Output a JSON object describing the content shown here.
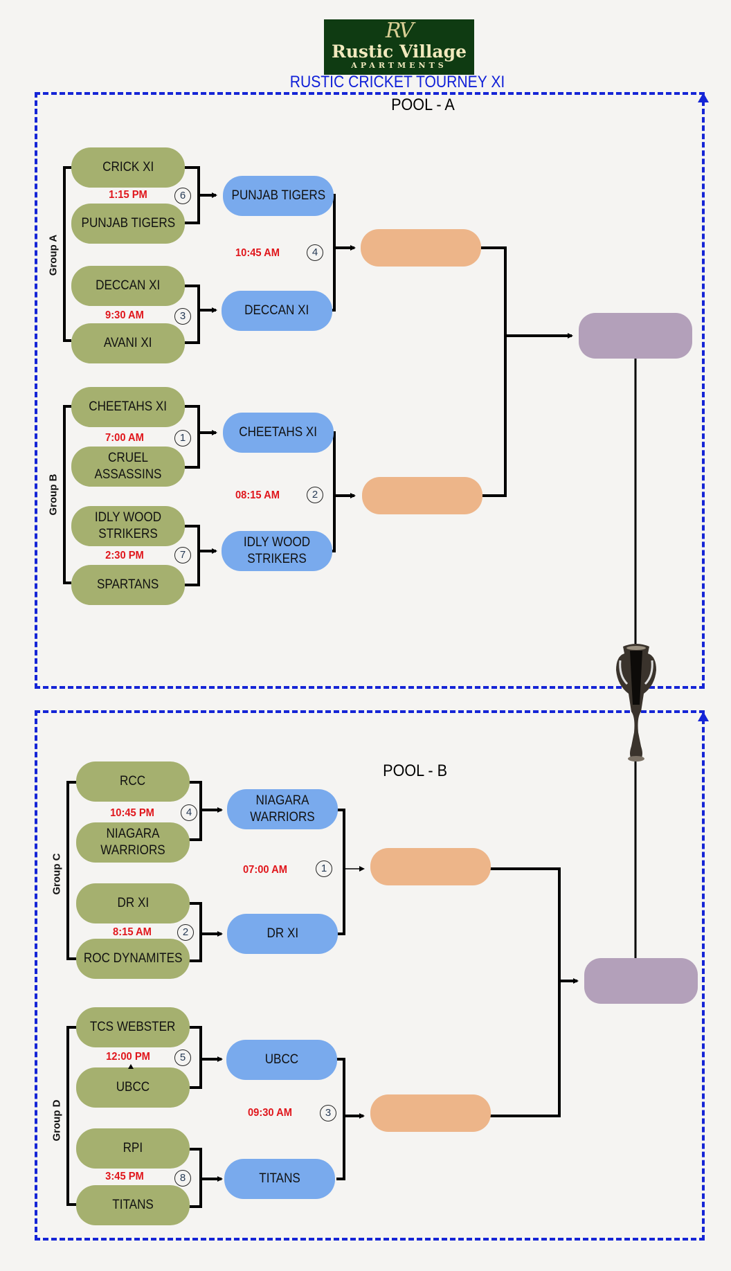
{
  "logo": {
    "monogram": "RV",
    "name": "Rustic Village",
    "subtitle": "APARTMENTS"
  },
  "title": "RUSTIC CRICKET TOURNEY XI",
  "pools": [
    {
      "name": "POOL - A",
      "groups": [
        {
          "label": "Group A",
          "matches": [
            {
              "team1": "CRICK XI",
              "team2": "PUNJAB TIGERS",
              "time": "1:15 PM",
              "match_no": "6",
              "winner": "PUNJAB TIGERS"
            },
            {
              "team1": "DECCAN XI",
              "team2": "AVANI XI",
              "time": "9:30 AM",
              "match_no": "3",
              "winner": "DECCAN XI"
            }
          ],
          "semi": {
            "time": "10:45 AM",
            "match_no": "4",
            "winner": ""
          }
        },
        {
          "label": "Group B",
          "matches": [
            {
              "team1": "CHEETAHS XI",
              "team2": "CRUEL ASSASSINS",
              "time": "7:00 AM",
              "match_no": "1",
              "winner": "CHEETAHS XI"
            },
            {
              "team1": "IDLY WOOD STRIKERS",
              "team2": "SPARTANS",
              "time": "2:30 PM",
              "match_no": "7",
              "winner": "IDLY WOOD STRIKERS"
            }
          ],
          "semi": {
            "time": "08:15 AM",
            "match_no": "2",
            "winner": ""
          }
        }
      ],
      "pool_winner": ""
    },
    {
      "name": "POOL - B",
      "groups": [
        {
          "label": "Group C",
          "matches": [
            {
              "team1": "RCC",
              "team2": "NIAGARA WARRIORS",
              "time": "10:45 PM",
              "match_no": "4",
              "winner": "NIAGARA WARRIORS"
            },
            {
              "team1": "DR XI",
              "team2": "ROC DYNAMITES",
              "time": "8:15 AM",
              "match_no": "2",
              "winner": "DR XI"
            }
          ],
          "semi": {
            "time": "07:00 AM",
            "match_no": "1",
            "winner": ""
          }
        },
        {
          "label": "Group D",
          "matches": [
            {
              "team1": "TCS WEBSTER",
              "team2": "UBCC",
              "time": "12:00 PM",
              "match_no": "5",
              "winner": "UBCC"
            },
            {
              "team1": "RPI",
              "team2": "TITANS",
              "time": "3:45 PM",
              "match_no": "8",
              "winner": "TITANS"
            }
          ],
          "semi": {
            "time": "09:30 AM",
            "match_no": "3",
            "winner": ""
          }
        }
      ],
      "pool_winner": ""
    }
  ],
  "trophy_icon": "trophy-icon",
  "colors": {
    "team": "#a5b06f",
    "group_winner": "#79aaed",
    "semi_winner": "#edb589",
    "pool_winner": "#b3a0ba",
    "time": "#e0161c",
    "border": "#1525d6"
  }
}
